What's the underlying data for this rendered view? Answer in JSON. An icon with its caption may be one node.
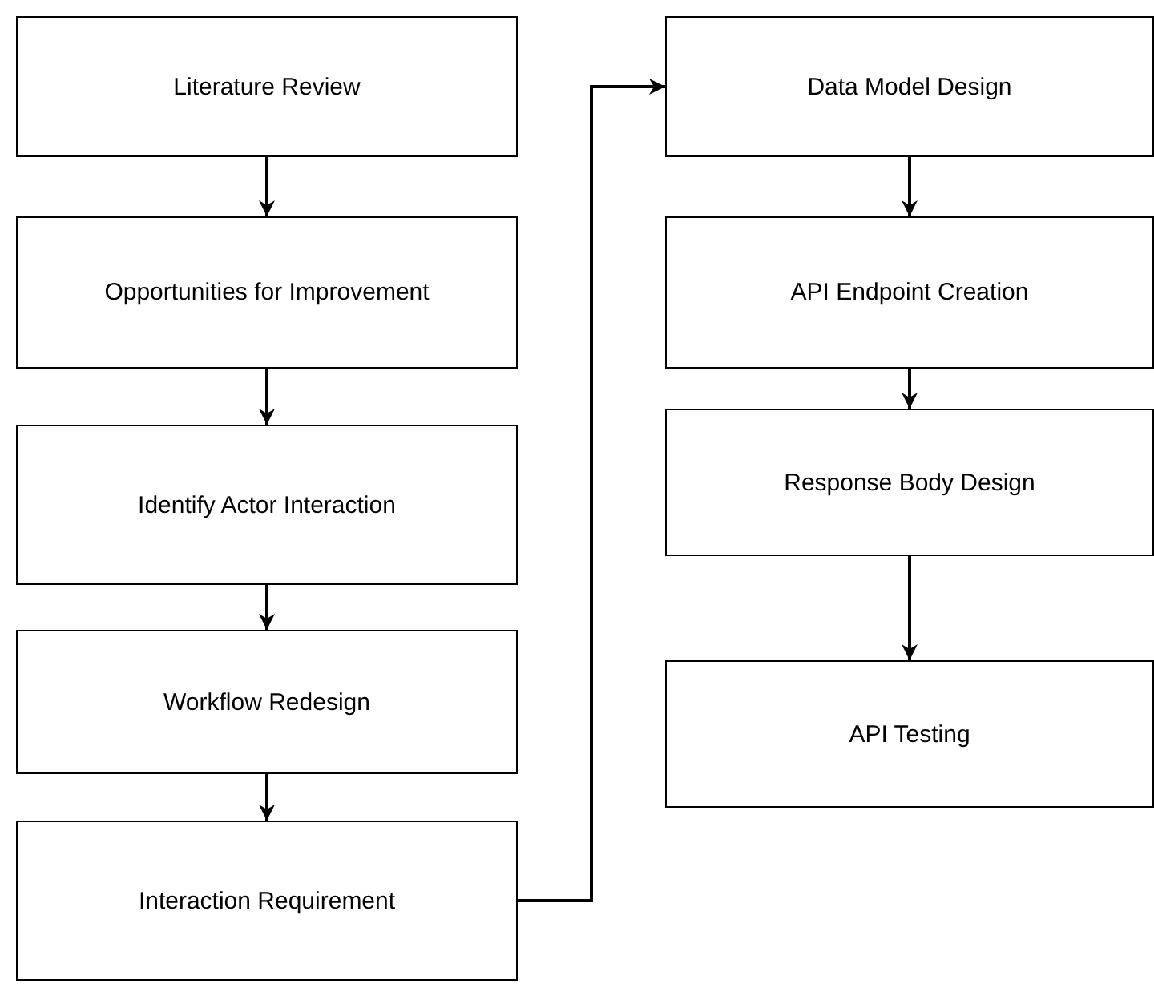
{
  "diagram": {
    "nodes": [
      {
        "text": [
          "Literature Review"
        ]
      },
      {
        "text": [
          "Opportunities for Improvement"
        ]
      },
      {
        "text": [
          "Identify Actor Interaction"
        ]
      },
      {
        "text": [
          "Workflow Redesign"
        ]
      },
      {
        "text": [
          "Interaction Requirement"
        ]
      },
      {
        "text": [
          "Data Model Design"
        ]
      },
      {
        "text": [
          "API Endpoint Creation"
        ]
      },
      {
        "text": [
          "Response Body Design"
        ]
      },
      {
        "text": [
          "API Testing"
        ]
      }
    ],
    "edges": [
      {
        "from": 0,
        "to": 1,
        "arrow": "to"
      },
      {
        "from": 1,
        "to": 2,
        "arrow": "to"
      },
      {
        "from": 2,
        "to": 3,
        "arrow": "to"
      },
      {
        "from": 3,
        "to": 4,
        "arrow": "to"
      },
      {
        "from": 4,
        "to": 5,
        "arrow": "to"
      },
      {
        "from": 5,
        "to": 6,
        "arrow": "to"
      },
      {
        "from": 6,
        "to": 7,
        "arrow": "to"
      },
      {
        "from": 7,
        "to": 8,
        "arrow": "to"
      }
    ]
  }
}
